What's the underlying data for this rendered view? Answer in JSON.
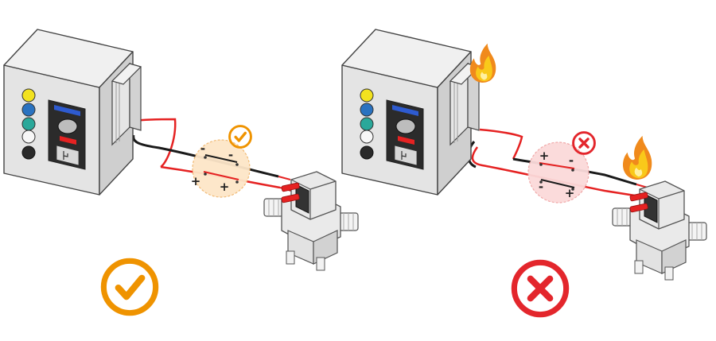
{
  "panels": [
    {
      "id": "correct",
      "status": "correct",
      "fire": false,
      "polarity_labels": {
        "top_left": "-",
        "top_right": "-",
        "bottom_left": "+",
        "bottom_right": "+"
      }
    },
    {
      "id": "incorrect",
      "status": "incorrect",
      "fire": true,
      "polarity_labels": {
        "top_left": "+",
        "top_right": "-",
        "bottom_left": "-",
        "bottom_right": "+"
      }
    }
  ],
  "icons": {
    "correct": "check-circle-icon",
    "incorrect": "x-circle-icon",
    "fire": "fire-icon",
    "device": "control-box",
    "valve": "solenoid-valve"
  },
  "colors": {
    "correct": "#ef9300",
    "correct_zoom_fill": "#fde6c8",
    "incorrect": "#e3262c",
    "incorrect_zoom_fill": "#fbdada",
    "wire_red": "#e52222",
    "wire_black": "#1a1a1a",
    "box_face": "#e4e4e4",
    "box_side": "#cfcfcf",
    "box_top": "#f0f0f0",
    "light_yellow": "#f2e21f",
    "light_blue": "#2a72c0",
    "light_teal": "#2aa89a",
    "light_white": "#f7f7f7",
    "light_black": "#2a2a2a"
  }
}
